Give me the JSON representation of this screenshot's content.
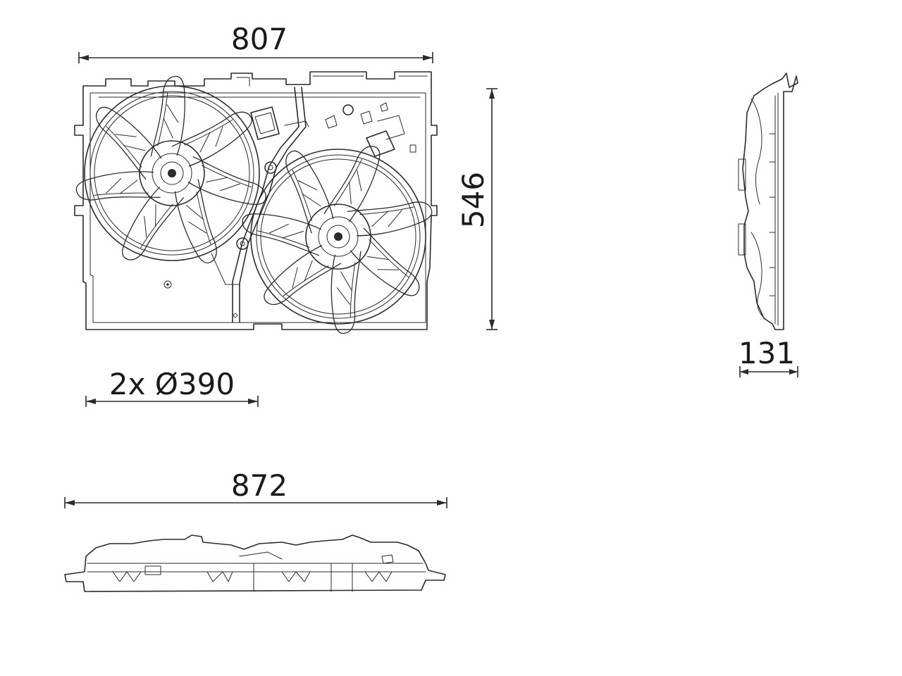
{
  "dimensions": {
    "frame_width": "807",
    "frame_height": "546",
    "depth": "131",
    "fan_diameter": "2x Ø390",
    "overall_width": "872"
  }
}
